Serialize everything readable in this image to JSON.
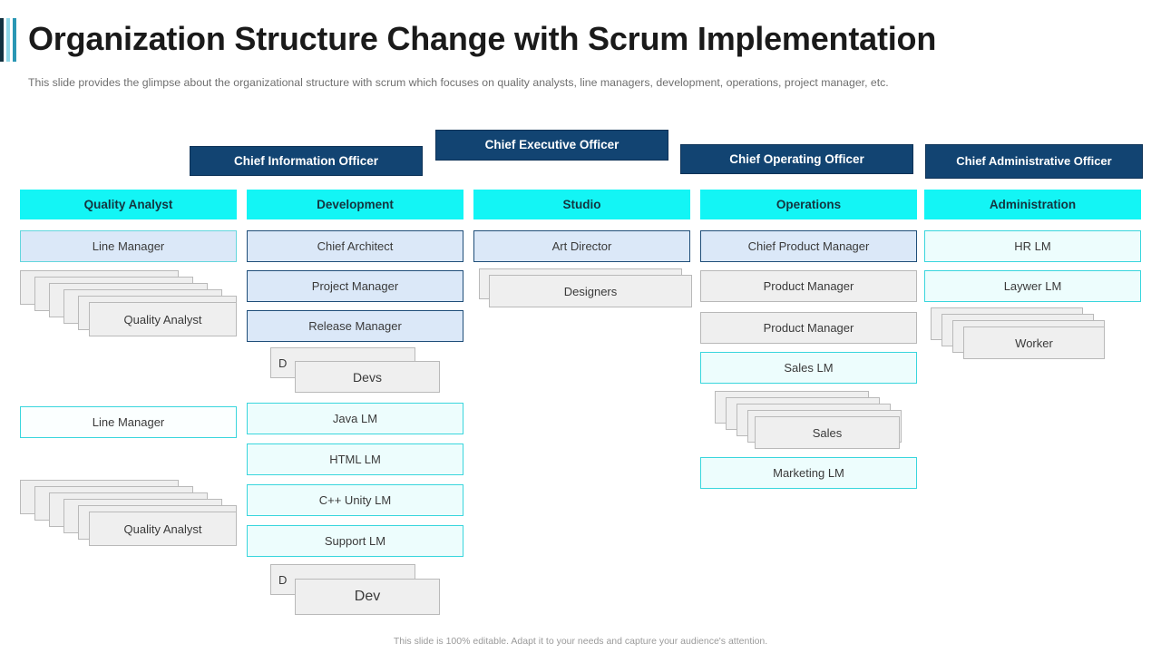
{
  "slide": {
    "title": "Organization Structure Change with Scrum Implementation",
    "subtitle": "This slide provides the glimpse about the organizational structure with scrum which focuses on quality analysts, line managers, development, operations, project manager, etc.",
    "footer": "This slide is 100% editable. Adapt it to your needs and capture your audience's attention."
  },
  "colors": {
    "navy": "#124472",
    "cyan": "#13f5f5",
    "light_blue": "#dbe8f8",
    "cyan_outline": "#39d6dd",
    "gray": "#efefef",
    "accent_dark": "#13313f",
    "accent_light": "#8fd8e8",
    "accent_teal": "#2a97b4"
  },
  "executives": [
    {
      "label": "Chief Information Officer"
    },
    {
      "label": "Chief Executive Officer"
    },
    {
      "label": "Chief Operating Officer"
    },
    {
      "label": "Chief Administrative Officer"
    }
  ],
  "departments": [
    {
      "name": "Quality Analyst",
      "nodes": [
        {
          "label": "Line Manager",
          "style": "light-blue"
        },
        {
          "label": "Quality Analyst",
          "style": "stack",
          "layers": 6
        },
        {
          "label": "Line Manager",
          "style": "cyan-outline-white"
        },
        {
          "label": "Quality Analyst",
          "style": "stack",
          "layers": 6
        }
      ]
    },
    {
      "name": "Development",
      "nodes": [
        {
          "label": "Chief Architect",
          "style": "light-blue"
        },
        {
          "label": "Project Manager",
          "style": "light-blue"
        },
        {
          "label": "Release Manager",
          "style": "light-blue"
        },
        {
          "label": "Devs",
          "style": "d-stack",
          "back_label": "D"
        },
        {
          "label": "Java LM",
          "style": "cyan-outline"
        },
        {
          "label": "HTML LM",
          "style": "cyan-outline"
        },
        {
          "label": "C++ Unity LM",
          "style": "cyan-outline"
        },
        {
          "label": "Support LM",
          "style": "cyan-outline"
        },
        {
          "label": "Dev",
          "style": "d-stack",
          "back_label": "D"
        }
      ]
    },
    {
      "name": "Studio",
      "nodes": [
        {
          "label": "Art Director",
          "style": "light-blue"
        },
        {
          "label": "Designers",
          "style": "stack",
          "layers": 2
        }
      ]
    },
    {
      "name": "Operations",
      "nodes": [
        {
          "label": "Chief Product Manager",
          "style": "light-blue"
        },
        {
          "label": "Product Manager",
          "style": "gray"
        },
        {
          "label": "Product Manager",
          "style": "gray"
        },
        {
          "label": "Sales LM",
          "style": "cyan-outline"
        },
        {
          "label": "Sales",
          "style": "stack",
          "layers": 5
        },
        {
          "label": "Marketing LM",
          "style": "cyan-outline"
        }
      ]
    },
    {
      "name": "Administration",
      "nodes": [
        {
          "label": "HR LM",
          "style": "cyan-outline"
        },
        {
          "label": "Laywer LM",
          "style": "cyan-outline"
        },
        {
          "label": "Worker",
          "style": "stack",
          "layers": 4
        }
      ]
    }
  ]
}
